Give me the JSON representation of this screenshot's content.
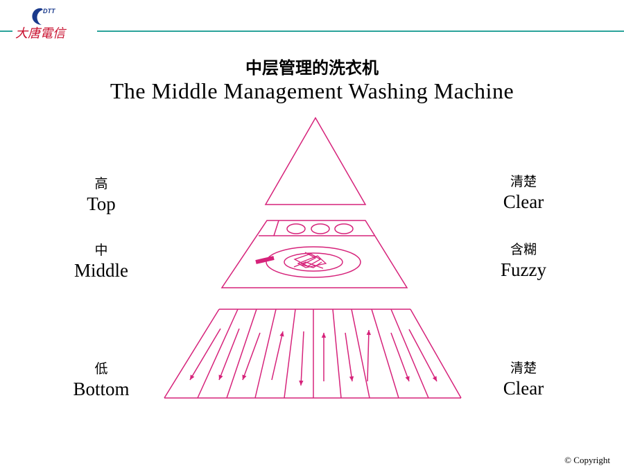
{
  "logo": {
    "mark_text": "DTT",
    "wordmark": "大唐電信",
    "colors": {
      "mark": "#1a3a8c",
      "wordmark": "#c8102e"
    }
  },
  "header": {
    "title_cn": "中层管理的洗衣机",
    "title_en": "The Middle Management Washing Machine"
  },
  "levels": [
    {
      "id": "top",
      "left_cn": "高",
      "left_en": "Top",
      "right_cn": "清楚",
      "right_en": "Clear"
    },
    {
      "id": "middle",
      "left_cn": "中",
      "left_en": "Middle",
      "right_cn": "含糊",
      "right_en": "Fuzzy"
    },
    {
      "id": "bottom",
      "left_cn": "低",
      "left_en": "Bottom",
      "right_cn": "清楚",
      "right_en": "Clear"
    }
  ],
  "footer": {
    "copyright": "© Copyright"
  },
  "colors": {
    "diagram": "#d6227a",
    "header_line": "#2aa39a",
    "text": "#000000"
  }
}
